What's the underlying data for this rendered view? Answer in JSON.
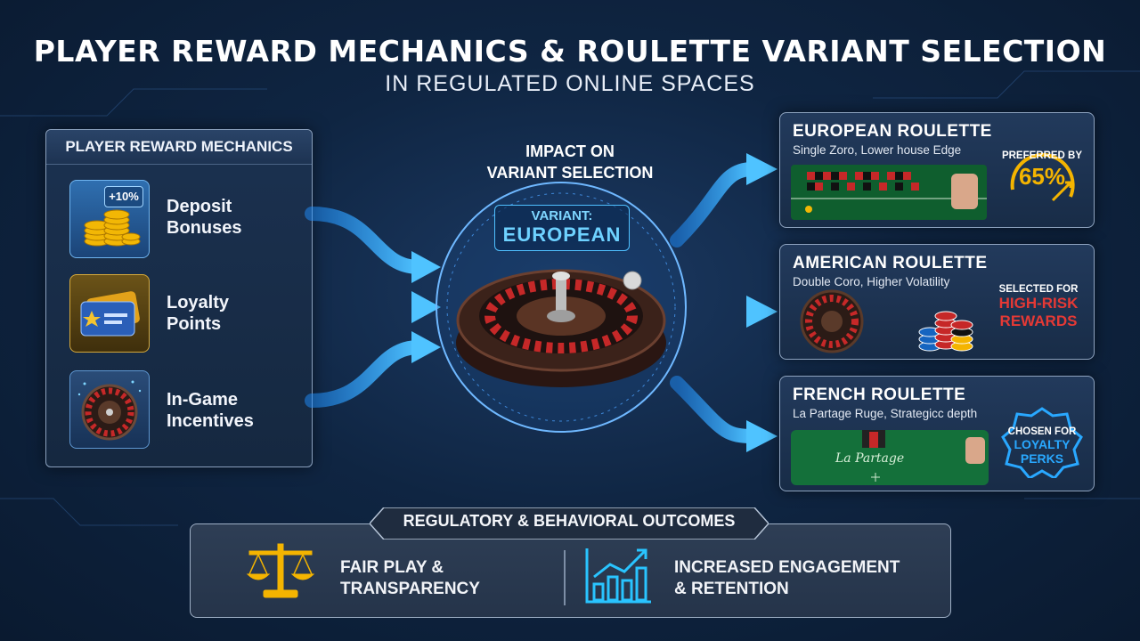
{
  "header": {
    "title": "PLAYER REWARD MECHANICS & ROULETTE VARIANT SELECTION",
    "subtitle": "IN REGULATED ONLINE SPACES"
  },
  "left_panel": {
    "heading": "PLAYER REWARD MECHANICS",
    "items": [
      {
        "label_line1": "Deposit",
        "label_line2": "Bonuses",
        "badge": "+10%",
        "icon": "coin-stack-icon"
      },
      {
        "label_line1": "Loyalty",
        "label_line2": "Points",
        "icon": "loyalty-card-icon"
      },
      {
        "label_line1": "In-Game",
        "label_line2": "Incentives",
        "icon": "roulette-wheel-icon"
      }
    ]
  },
  "center": {
    "impact_line1": "IMPACT ON",
    "impact_line2": "VARIANT SELECTION",
    "variant_label": "VARIANT:",
    "variant_value": "EUROPEAN"
  },
  "cards": [
    {
      "title": "EUROPEAN ROULETTE",
      "desc": "Single Zoro, Lower house Edge",
      "badge_line1": "PREFERRED BY",
      "badge_value": "65%",
      "accent": "#f4b400"
    },
    {
      "title": "AMERICAN ROULETTE",
      "desc": "Double Coro, Higher Volatility",
      "badge_line1": "SELECTED FOR",
      "badge_line2": "HIGH-RISK",
      "badge_line3": "REWARDS",
      "accent": "#e53935"
    },
    {
      "title": "FRENCH ROULETTE",
      "desc": "La Partage Ruge, Strategicc depth",
      "badge_line1": "CHOSEN FOR",
      "badge_line2": "LOYALTY",
      "badge_line3": "PERKS",
      "accent": "#29a8ff",
      "table_text": "La Partage"
    }
  ],
  "bottom": {
    "heading": "REGULATORY & BEHAVIORAL OUTCOMES",
    "outcomes": [
      {
        "line1": "FAIR PLAY &",
        "line2": "TRANSPARENCY",
        "icon": "scales-icon"
      },
      {
        "line1": "INCREASED ENGAGEMENT",
        "line2": "& RETENTION",
        "icon": "growth-chart-icon"
      }
    ]
  },
  "colors": {
    "accent_blue": "#29a8ff",
    "gold": "#f4b400",
    "red": "#e53935"
  }
}
